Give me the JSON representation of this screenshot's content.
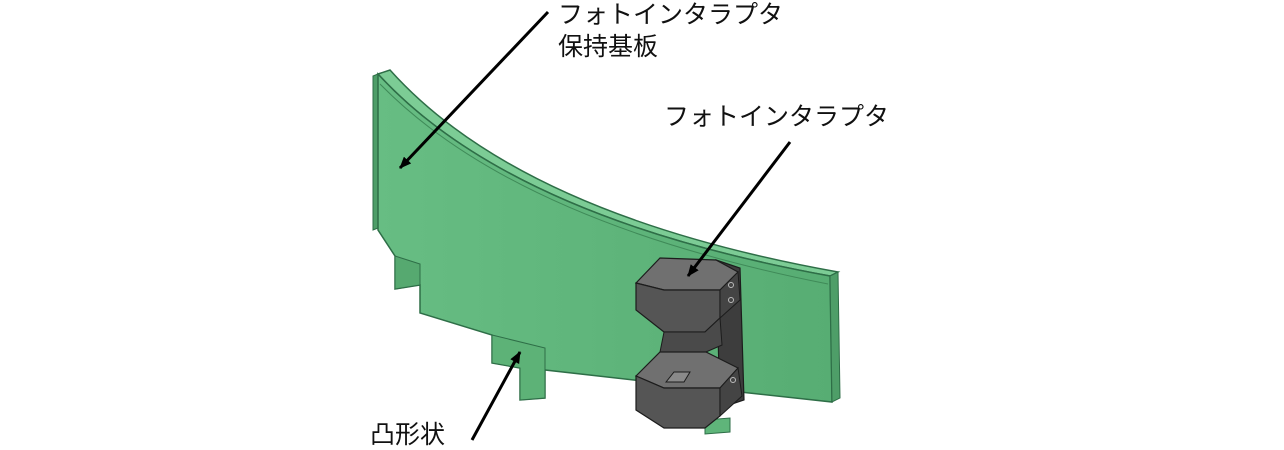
{
  "labels": {
    "holder_line1": "フォトインタラプタ",
    "holder_line2": "保持基板",
    "sensor": "フォトインタラプタ",
    "protrusion": "凸形状"
  },
  "colors": {
    "board_face": "#5fb57a",
    "board_edge": "#2e6e47",
    "board_top": "#7ccc95",
    "sensor_body": "#555555",
    "sensor_top": "#6f6f6f",
    "sensor_edge": "#1c1c1c",
    "arrow": "#000000"
  }
}
